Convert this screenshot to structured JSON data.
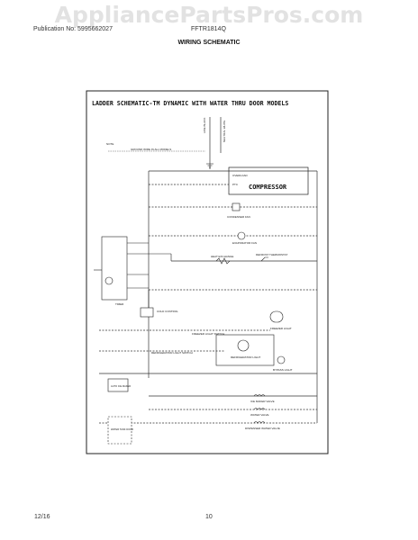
{
  "watermark": "AppliancePartsPros.com",
  "header": {
    "publication": "Publication No: 5995662027",
    "model": "FFTR1814Q",
    "section_title": "WIRING SCHEMATIC"
  },
  "schematic": {
    "title": "LADDER SCHEMATIC-TM DYNAMIC WITH WATER THRU DOOR MODELS",
    "compressor_label": "COMPRESSOR",
    "labels": {
      "line_black": "LINE BLACK",
      "neutral_white": "NEUTRAL WHITE",
      "note": "NOTE",
      "ground_note": "GROUND WIRE IN ALL MODELS",
      "overload": "OVERLOAD",
      "ptc": "PTC",
      "condenser_fan": "CONDENSER FAN",
      "evaporator_fan": "EVAPORATOR FAN",
      "heat_exchange": "HEAT EXCHANGE",
      "defrost_thermostat": "DEFROST THERMOSTAT",
      "timer": "TIMER",
      "cold_control": "COLD CONTROL",
      "freezer_light_switch": "FREEZER LIGHT SWITCH",
      "freezer_light": "FREEZER LIGHT",
      "refrigerator_light_switch": "REFRIGERATOR LIGHT SWITCH",
      "refrigerator_light": "REFRIGERATOR LIGHT",
      "bypass_light": "BYPASS LIGHT",
      "auto_ice_maker": "AUTO ICE MAKER",
      "ice_maker_valve": "ICE MAKER VALVE",
      "water_valve": "WATER VALVE",
      "dispenser_water_valve": "DISPENSER WATER VALVE",
      "water_tank_door": "WATER TANK DOOR"
    }
  },
  "footer": {
    "date": "12/16",
    "page": "10"
  }
}
